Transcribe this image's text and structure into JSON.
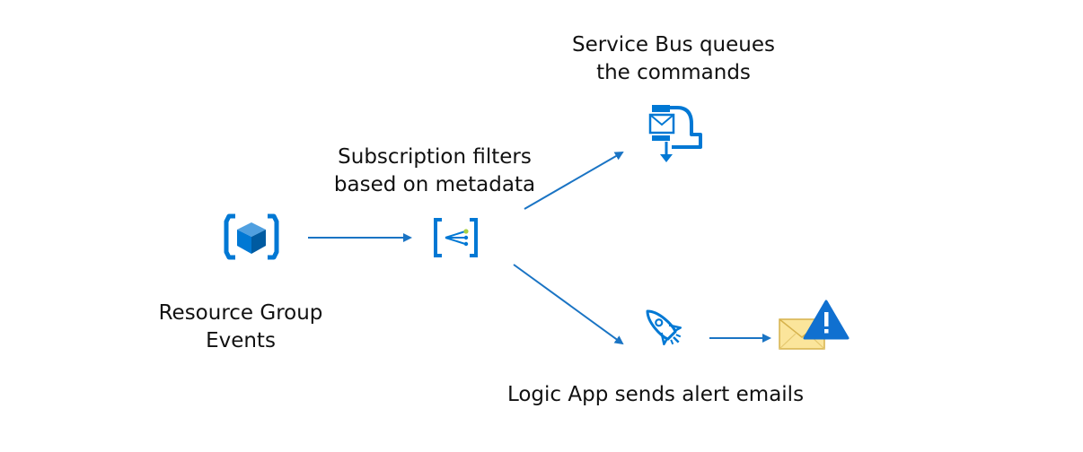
{
  "diagram": {
    "colors": {
      "azure_blue": "#0078d4",
      "azure_blue_light": "#50a0e0",
      "arrow": "#1a74c4",
      "envelope_fill": "#fbe59b",
      "envelope_stroke": "#d6b24c",
      "warning_blue": "#1070d0",
      "accent_green": "#a8d040"
    },
    "nodes": {
      "service_bus": {
        "label_line1": "Service Bus queues",
        "label_line2": "the commands",
        "icon": "service-bus-icon"
      },
      "subscription": {
        "label_line1": "Subscription filters",
        "label_line2": "based on metadata",
        "icon": "event-grid-subscription-icon"
      },
      "resource_group": {
        "label_line1": "Resource Group",
        "label_line2": "Events",
        "icon": "resource-group-icon"
      },
      "logic_app": {
        "label": "Logic App sends alert emails",
        "icon": "logic-app-icon"
      },
      "alert_email": {
        "icon": "alert-email-icon"
      }
    }
  }
}
